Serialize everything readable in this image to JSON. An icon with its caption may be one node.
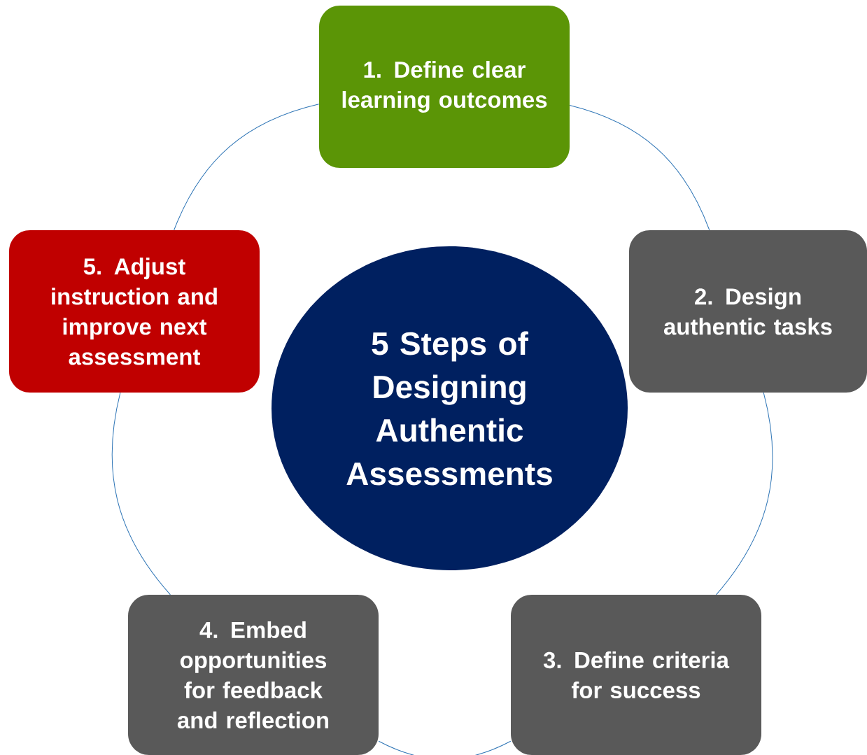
{
  "diagram": {
    "nodes": [
      {
        "text": [
          "1. Define clear learning outcomes"
        ]
      },
      {
        "text": [
          "2. Design authentic tasks"
        ]
      },
      {
        "text": [
          "3. Define criteria for success"
        ]
      },
      {
        "text": [
          "4. Embed opportunities for feedback and reflection"
        ]
      },
      {
        "text": [
          "5. Adjust instruction and improve next assessment"
        ]
      },
      {
        "text": [
          "5 Steps of Designing Authentic Assessments"
        ]
      }
    ],
    "edges": [
      {
        "from": 0,
        "to": 1,
        "arrow": "none"
      },
      {
        "from": 1,
        "to": 2,
        "arrow": "none"
      },
      {
        "from": 2,
        "to": 3,
        "arrow": "none"
      },
      {
        "from": 3,
        "to": 4,
        "arrow": "none"
      },
      {
        "from": 4,
        "to": 0,
        "arrow": "none"
      }
    ]
  }
}
